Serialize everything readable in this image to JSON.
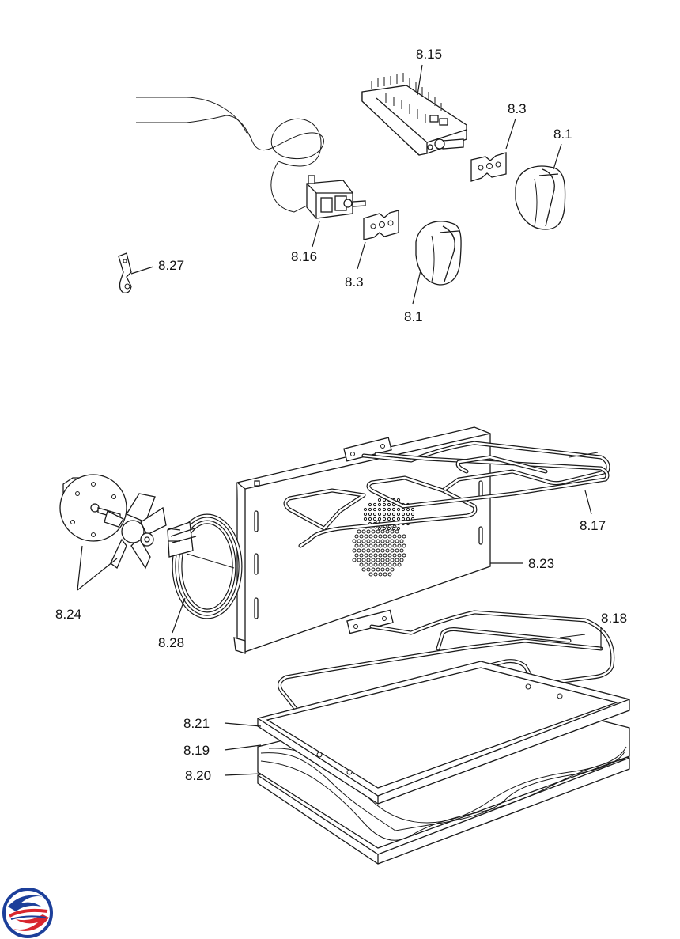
{
  "labels": {
    "p8_15": "8.15",
    "p8_3_top": "8.3",
    "p8_1_top": "8.1",
    "p8_16": "8.16",
    "p8_3_bottom": "8.3",
    "p8_1_bottom": "8.1",
    "p8_27": "8.27",
    "p8_17": "8.17",
    "p8_23": "8.23",
    "p8_24": "8.24",
    "p8_28": "8.28",
    "p8_18": "8.18",
    "p8_21": "8.21",
    "p8_19": "8.19",
    "p8_20": "8.20"
  },
  "colors": {
    "line": "#1a1a1a",
    "logo_blue": "#1c3f9a",
    "logo_red": "#d8262e"
  },
  "logo": {
    "icon": "swirl-logo-icon"
  }
}
